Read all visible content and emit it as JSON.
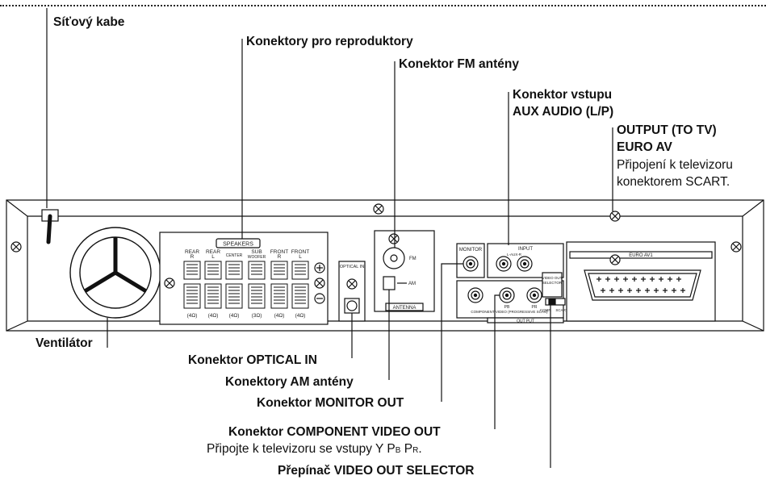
{
  "callouts": {
    "power_cord": "Síťový kabe",
    "speaker_connectors": "Konektory pro reproduktory",
    "fm_antenna": "Konektor FM antény",
    "aux_line1": "Konektor vstupu",
    "aux_line2": "AUX AUDIO (L/P)",
    "euro_line1": "OUTPUT (TO TV)",
    "euro_line2": "EURO AV",
    "euro_desc1": "Připojení k televizoru",
    "euro_desc2": "konektorem SCART.",
    "fan": "Ventilátor",
    "optical_in": "Konektor OPTICAL IN",
    "am_antenna": "Konektory AM antény",
    "monitor_out": "Konektor MONITOR OUT",
    "component_out": "Konektor COMPONENT VIDEO OUT",
    "component_desc_prefix": "Připojte k televizoru se vstupy Y P",
    "component_desc_b": "B",
    "component_desc_mid": " P",
    "component_desc_r": "R",
    "component_desc_end": ".",
    "selector": "Přepínač VIDEO OUT SELECTOR"
  },
  "panel": {
    "speakers_title": "SPEAKERS",
    "ch_rear_r": [
      "REAR",
      "R"
    ],
    "ch_rear_l": [
      "REAR",
      "L"
    ],
    "ch_center": "CENTER",
    "ch_sub": [
      "SUB",
      "WOOFER"
    ],
    "ch_front_r": [
      "FRONT",
      "R"
    ],
    "ch_front_l": [
      "FRONT",
      "L"
    ],
    "imp_rear_r": "(4Ω)",
    "imp_rear_l": "(4Ω)",
    "imp_center": "(4Ω)",
    "imp_sub": "(3Ω)",
    "imp_front_r": "(4Ω)",
    "imp_front_l": "(4Ω)",
    "optical_label": "OPTICAL IN",
    "fm_label": "FM",
    "am_label": "AM",
    "antenna_label": "ANTENNA",
    "monitor_label": "MONITOR",
    "input_label": "INPUT",
    "aux_label": "L-AUX-R",
    "component_label": "COMPONENT VIDEO (PROGRESSIVE SCAN)",
    "pb_label": "PB",
    "pr_label": "PR",
    "output_label": "OUT PUT",
    "selector_label": [
      "VIDEO OUT",
      "SELECTOR"
    ],
    "selector_left": "COMP.",
    "selector_right": "SCART",
    "euro_label": "EURO AV1"
  }
}
